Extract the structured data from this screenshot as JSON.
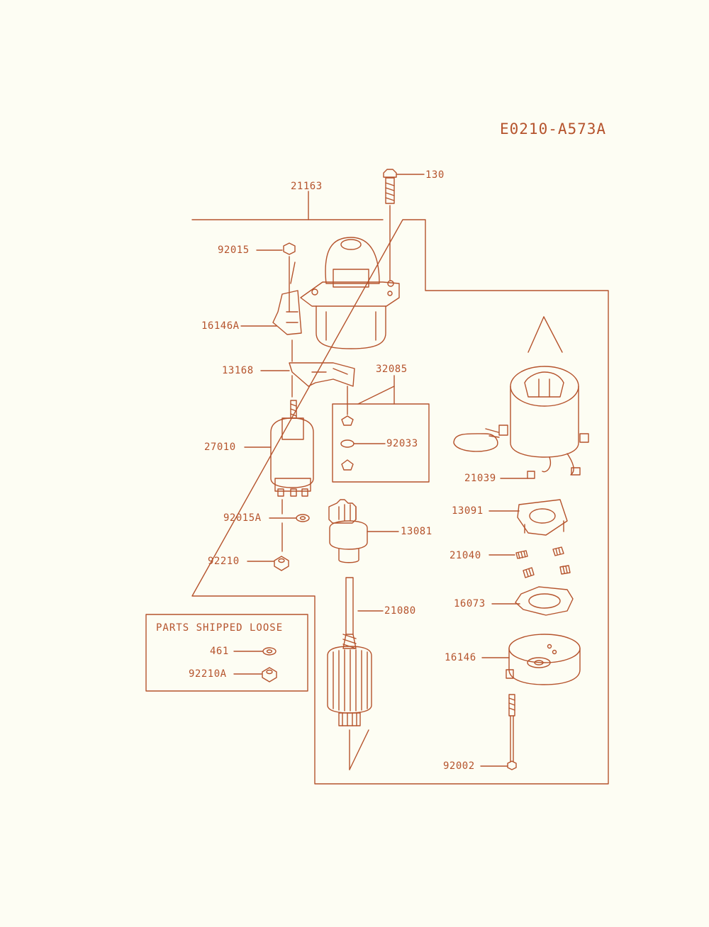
{
  "diagram_code": "E0210-A573A",
  "loose_parts_box": {
    "title": "PARTS SHIPPED LOOSE",
    "parts": [
      "461",
      "92210A"
    ]
  },
  "colors": {
    "line": "#b5532c",
    "background": "#fdfdf3"
  },
  "part_labels": {
    "p130": "130",
    "p21163": "21163",
    "p92015": "92015",
    "p16146A": "16146A",
    "p13168": "13168",
    "p32085": "32085",
    "p27010": "27010",
    "p92033": "92033",
    "p21039": "21039",
    "p13091": "13091",
    "p92015A": "92015A",
    "p13081": "13081",
    "p21040": "21040",
    "p92210": "92210",
    "p16073": "16073",
    "p21080": "21080",
    "p461": "461",
    "p16146": "16146",
    "p92210A": "92210A",
    "p92002": "92002"
  }
}
